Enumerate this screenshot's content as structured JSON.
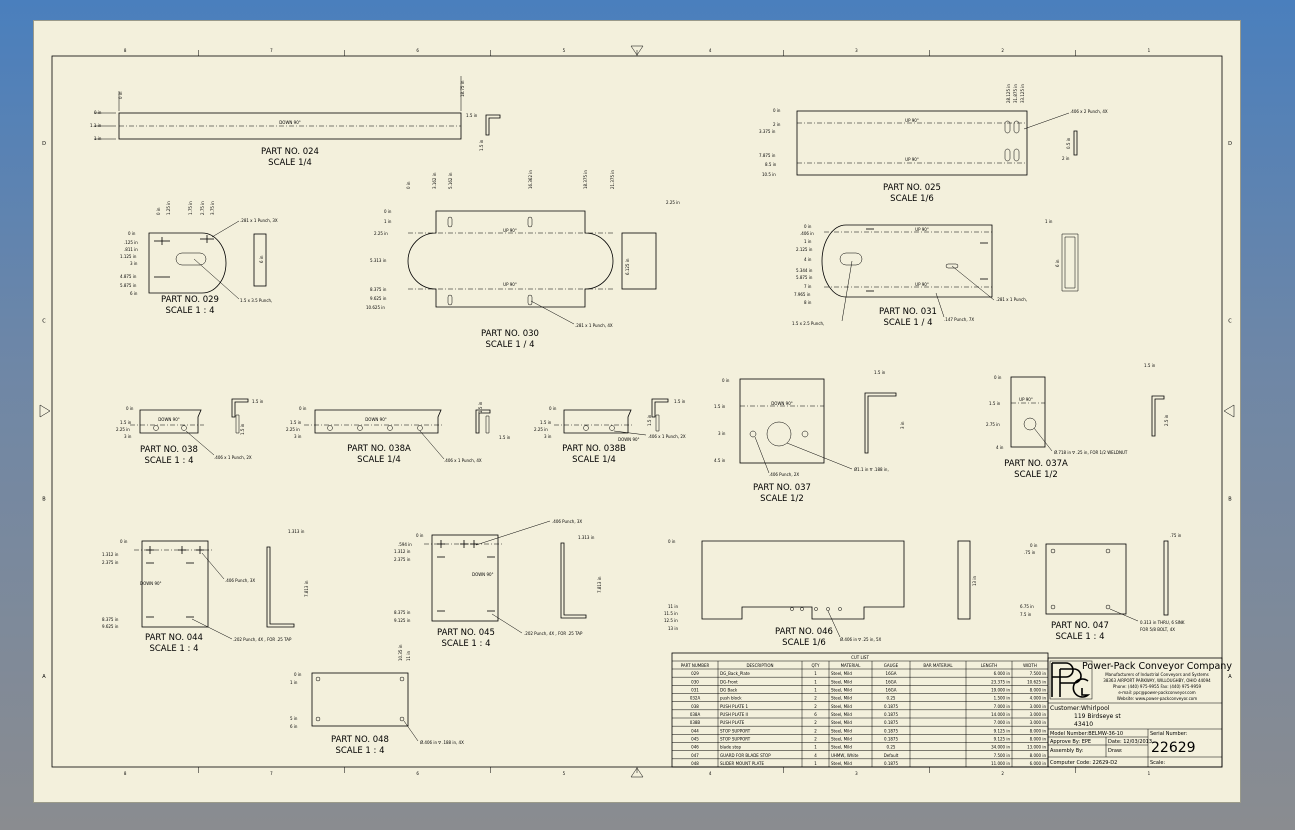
{
  "border": {
    "zone_numbers": [
      "8",
      "7",
      "6",
      "5",
      "4",
      "3",
      "2",
      "1"
    ],
    "zone_letters": [
      "D",
      "C",
      "B",
      "A"
    ]
  },
  "views": [
    {
      "id": "024",
      "part": "PART NO. 024",
      "scale": "SCALE 1/4",
      "bend": "DOWN 90°",
      "dims": [
        "0 in",
        "18.75 in",
        "0 in",
        "1.1 in",
        "1 in",
        "1.5 in",
        "1.5 in"
      ]
    },
    {
      "id": "025",
      "part": "PART NO. 025",
      "scale": "SCALE 1/6",
      "bend": "UP 90°",
      "bend2": "UP 90°",
      "note": ".406 x 2 Punch, 4X",
      "dims": [
        "0 in",
        "2 in",
        "3.375 in",
        "7.875 in",
        "8.5 in",
        "10.5 in",
        "28.125 in",
        "31.875 in",
        "33.125 in",
        "2 in",
        "0.5 in"
      ]
    },
    {
      "id": "029",
      "part": "PART NO. 029",
      "scale": "SCALE 1 : 4",
      "note": ".281 x 1 Punch, 3X",
      "note2": "1.5 x 3.5 Punch,",
      "dims": [
        "0 in",
        ".125 in",
        ".811 in",
        "1.125 in",
        "3 in",
        "4.875 in",
        "5.875 in",
        "6 in",
        "0 in",
        "1.75 in",
        "2.75 in",
        "3.75 in",
        "1.25 in",
        "6 in"
      ]
    },
    {
      "id": "030",
      "part": "PART NO. 030",
      "scale": "SCALE 1 / 4",
      "bend": "UP 90°",
      "bend2": "UP 90°",
      "note": ".281 x 1 Punch, 4X",
      "dims": [
        "0 in",
        "1 in",
        "2.25 in",
        "5.313 in",
        "8.375 in",
        "9.625 in",
        "10.625 in",
        "0 in",
        "3.162 in",
        "5.162 in",
        "16.362 in",
        "18.375 in",
        "21.375 in",
        "2.25 in",
        "6.125 in"
      ]
    },
    {
      "id": "031",
      "part": "PART NO. 031",
      "scale": "SCALE 1 / 4",
      "bend": "UP 90°",
      "bend2": "UP 90°",
      "note": ".281 x 1 Punch,",
      "note2": ".147 Punch, 7X",
      "note3": "1.5 x 2.5 Punch,",
      "dims": [
        "0 in",
        ".406 in",
        "1 in",
        "2.125 in",
        "4 in",
        "5.344 in",
        "5.875 in",
        "7 in",
        "7.965 in",
        "8 in",
        "1 in",
        "6 in"
      ]
    },
    {
      "id": "038",
      "part": "PART NO. 038",
      "scale": "SCALE 1 : 4",
      "bend": "DOWN 90°",
      "note": ".406 x 1 Punch, 2X",
      "dims": [
        "0 in",
        "1.5 in",
        "2.25 in",
        "3 in",
        "1.5 in",
        "1.5 in"
      ]
    },
    {
      "id": "038A",
      "part": "PART NO. 038A",
      "scale": "SCALE 1/4",
      "bend": "DOWN 90°",
      "note": ".406 x 1 Punch, 4X",
      "dims": [
        "0 in",
        "1.5 in",
        "2.25 in",
        "3 in",
        "1.5 in",
        "1.5 in"
      ]
    },
    {
      "id": "038B",
      "part": "PART NO. 038B",
      "scale": "SCALE 1/4",
      "bend": "DOWN 90°",
      "note": ".406 x 1 Punch, 2X",
      "dims": [
        "0 in",
        "1.5 in",
        "2.25 in",
        "3 in",
        "1.5 in",
        "1.5 in"
      ]
    },
    {
      "id": "037",
      "part": "PART NO. 037",
      "scale": "SCALE 1/2",
      "bend": "DOWN 90°",
      "note": ".406 Punch, 2X",
      "note2": "Ø1.1 in ∇ .188 in,",
      "dims": [
        "0 in",
        "1.5 in",
        "3 in",
        "4.5 in",
        "1.5 in",
        "3 in"
      ]
    },
    {
      "id": "037A",
      "part": "PART NO. 037A",
      "scale": "SCALE 1/2",
      "bend": "UP 90°",
      "note": "Ø.718 in ∇ .25 in, FOR 1/2 WELDNUT",
      "dims": [
        "0 in",
        "1.5 in",
        "2.75 in",
        "4 in",
        "1.5 in",
        "2.5 in"
      ]
    },
    {
      "id": "044",
      "part": "PART NO. 044",
      "scale": "SCALE 1 : 4",
      "bend": "DOWN 90°",
      "note": ".406 Punch, 3X",
      "note2": ".202 Punch, 4X , FOR .25 TAP",
      "dims": [
        "0 in",
        "1.312 in",
        "2.375 in",
        "8.375 in",
        "9.625 in",
        "1.313 in",
        "7.813 in"
      ]
    },
    {
      "id": "045",
      "part": "PART NO. 045",
      "scale": "SCALE 1 : 4",
      "bend": "DOWN 90°",
      "note": ".406 Punch, 3X",
      "note2": ".202 Punch, 4X , FOR .25 TAP",
      "dims": [
        "0 in",
        ".594 in",
        "1.312 in",
        "2.375 in",
        "8.375 in",
        "9.125 in",
        "1.313 in",
        "7.813 in"
      ]
    },
    {
      "id": "046",
      "part": "PART NO. 046",
      "scale": "SCALE 1/6",
      "note": "Ø.406 in ∇ .25 in, 5X",
      "dims": [
        "0 in",
        "11 in",
        "11.5 in",
        "12.5 in",
        "13 in",
        "13 in"
      ]
    },
    {
      "id": "047",
      "part": "PART NO. 047",
      "scale": "SCALE 1 : 4",
      "note": "0.313 in THRU, 6 SINK",
      "note2": "FOR 5/8 BOLT, 4X",
      "dims": [
        "0 in",
        ".75 in",
        "6.75 in",
        "7.5 in",
        ".75 in"
      ]
    },
    {
      "id": "048",
      "part": "PART NO. 048",
      "scale": "SCALE 1 : 4",
      "note": "Ø.406 in ∇ .188 in, 4X",
      "dims": [
        "0 in",
        "1 in",
        "5 in",
        "6 in",
        "10.35 in",
        "11 in"
      ]
    }
  ],
  "cut_list": {
    "title": "CUT LIST",
    "headers": [
      "PART NUMBER",
      "DESCRIPTION",
      "QTY",
      "MATERIAL",
      "GAUGE",
      "BAR MATERIAL",
      "LENGTH",
      "WIDTH"
    ],
    "rows": [
      [
        "029",
        "DG_Back_Plate",
        "1",
        "Steel, Mild",
        "16GA",
        "",
        "6.000 in",
        "7.500 in"
      ],
      [
        "030",
        "DG-Front",
        "1",
        "Steel, Mild",
        "16GA",
        "",
        "23.375 in",
        "10.625 in"
      ],
      [
        "031",
        "DG Back",
        "1",
        "Steel, Mild",
        "16GA",
        "",
        "19.000 in",
        "8.000 in"
      ],
      [
        "032A",
        "push block",
        "2",
        "Steel, Mild",
        "0.25",
        "",
        "1.500 in",
        "4.000 in"
      ],
      [
        "038",
        "PUSH PLATE 1",
        "2",
        "Steel, Mild",
        "0.1875",
        "",
        "7.000 in",
        "3.000 in"
      ],
      [
        "038A",
        "PUSH PLATE II",
        "6",
        "Steel, Mild",
        "0.1875",
        "",
        "14.000 in",
        "3.000 in"
      ],
      [
        "038B",
        "PUSH PLATE",
        "2",
        "Steel, Mild",
        "0.1875",
        "",
        "7.000 in",
        "3.000 in"
      ],
      [
        "044",
        "STOP SUPPORT",
        "2",
        "Steel, Mild",
        "0.1875",
        "",
        "9.125 in",
        "8.000 in"
      ],
      [
        "045",
        "STOP SUPPORT",
        "2",
        "Steel, Mild",
        "0.1875",
        "",
        "9.125 in",
        "8.000 in"
      ],
      [
        "046",
        "blade stop",
        "1",
        "Steel, Mild",
        "0.25",
        "",
        "34.000 in",
        "13.000 in"
      ],
      [
        "047",
        "GUARD FOR BLADE STOP",
        "4",
        "UHMW, White",
        "Default",
        "",
        "7.500 in",
        "8.000 in"
      ],
      [
        "048",
        "SLIDER MOUNT PLATE",
        "1",
        "Steel, Mild",
        "0.1875",
        "",
        "11.000 in",
        "6.000 in"
      ]
    ]
  },
  "title_block": {
    "company": "Power-Pack Conveyor Company",
    "tagline": "Manufacturers of Industrial Conveyors and Systems",
    "address": "38363 AIRPORT PARKWAY, WILLOUGHBY, OHIO 44094",
    "phone": "Phone: (440) 975-9955  Fax: (440) 975-9959",
    "email": "e-mail: ppc@power-packconveyor.com",
    "web": "Website: www.power-packconveyor.com",
    "customer": "Customer:Whirlpool",
    "customer_addr1": "119 Birdseye st",
    "customer_addr2": "43410",
    "model_number": "Model Number:BELMW-36-10",
    "approve_by": "Approve By: EPE",
    "date": "Date: 12/03/2013",
    "assembly_by": "Assembly By:",
    "draw": "Draw:",
    "computer_code": "Computer Code: 22629-D2",
    "serial_label": "Serial Number:",
    "serial": "22629",
    "scale_label": "Scale:"
  }
}
